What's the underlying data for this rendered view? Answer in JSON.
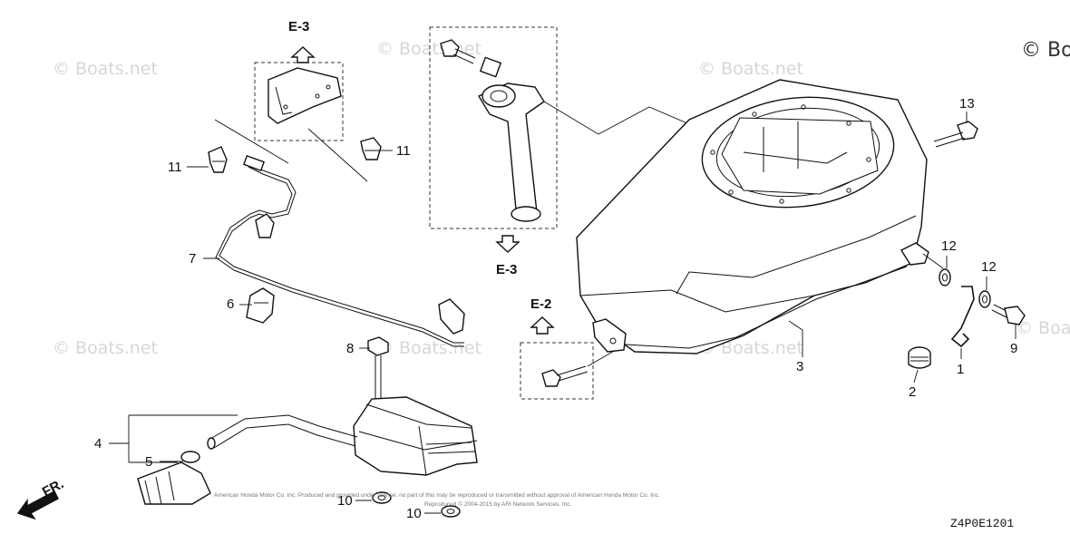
{
  "watermarks": {
    "repeat_text": "© Boats.net",
    "corner_text": "© Bo"
  },
  "callouts": {
    "c1": "1",
    "c2": "2",
    "c3": "3",
    "c4": "4",
    "c5": "5",
    "c6": "6",
    "c7": "7",
    "c8": "8",
    "c9": "9",
    "c10a": "10",
    "c10b": "10",
    "c11a": "11",
    "c11b": "11",
    "c12a": "12",
    "c12b": "12",
    "c13": "13"
  },
  "references": {
    "e3_top": "E-3",
    "e3_mid": "E-3",
    "e2": "E-2"
  },
  "diagram_code": "Z4P0E1201",
  "fine_print": {
    "line1": "American Honda Motor Co. Inc. Produced and provided under license; no part of this may be reproduced or transmitted without approval of American Honda Motor Co. Inc.",
    "line2": "Reproduced © 2004-2015 by ARI Network Services, Inc."
  }
}
